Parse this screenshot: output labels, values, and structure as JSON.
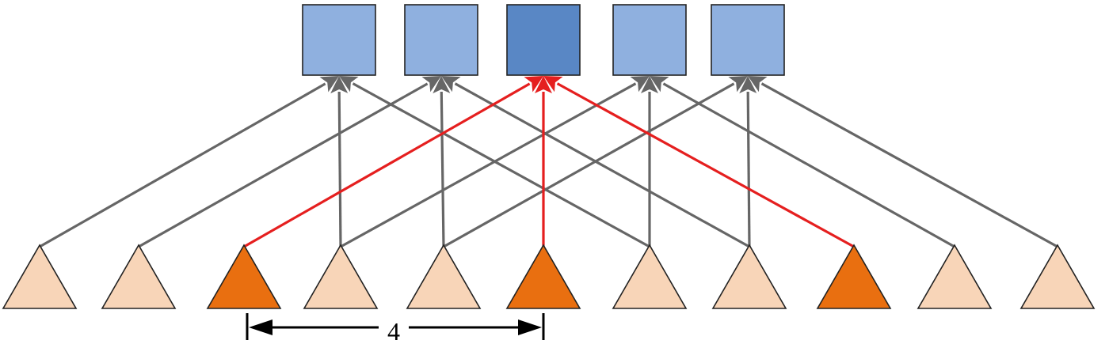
{
  "colors": {
    "square_normal": "#8fb0df",
    "square_highlight": "#5987c5",
    "triangle_normal": "#f8d5b8",
    "triangle_highlight": "#e96f10",
    "edge_normal": "#666666",
    "edge_highlight": "#e51f1f",
    "outline": "#222222",
    "dimension": "#000000"
  },
  "output_nodes": [
    {
      "highlight": false
    },
    {
      "highlight": false
    },
    {
      "highlight": true
    },
    {
      "highlight": false
    },
    {
      "highlight": false
    }
  ],
  "input_nodes": [
    {
      "highlight": false
    },
    {
      "highlight": false
    },
    {
      "highlight": true
    },
    {
      "highlight": false
    },
    {
      "highlight": false
    },
    {
      "highlight": true
    },
    {
      "highlight": false
    },
    {
      "highlight": false
    },
    {
      "highlight": true
    },
    {
      "highlight": false
    },
    {
      "highlight": false
    }
  ],
  "connections": [
    {
      "from": 0,
      "to": 0,
      "highlight": false
    },
    {
      "from": 3,
      "to": 0,
      "highlight": false
    },
    {
      "from": 6,
      "to": 0,
      "highlight": false
    },
    {
      "from": 1,
      "to": 1,
      "highlight": false
    },
    {
      "from": 4,
      "to": 1,
      "highlight": false
    },
    {
      "from": 7,
      "to": 1,
      "highlight": false
    },
    {
      "from": 2,
      "to": 2,
      "highlight": true
    },
    {
      "from": 5,
      "to": 2,
      "highlight": true
    },
    {
      "from": 8,
      "to": 2,
      "highlight": true
    },
    {
      "from": 3,
      "to": 3,
      "highlight": false
    },
    {
      "from": 6,
      "to": 3,
      "highlight": false
    },
    {
      "from": 9,
      "to": 3,
      "highlight": false
    },
    {
      "from": 4,
      "to": 4,
      "highlight": false
    },
    {
      "from": 7,
      "to": 4,
      "highlight": false
    },
    {
      "from": 10,
      "to": 4,
      "highlight": false
    }
  ],
  "dimension": {
    "label": "4",
    "from_input": 2,
    "to_input": 5
  }
}
